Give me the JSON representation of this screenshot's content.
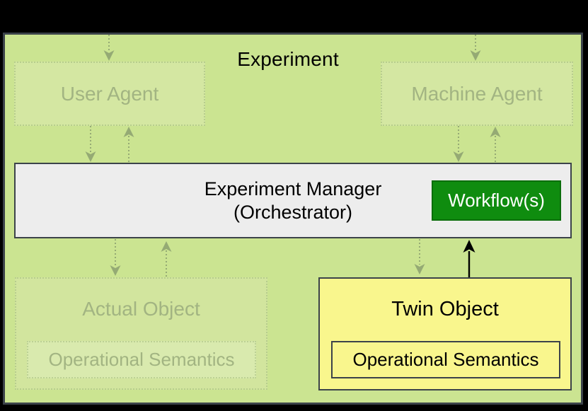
{
  "diagram": {
    "title": "Experiment",
    "nodes": {
      "user_agent": {
        "label": "User Agent"
      },
      "machine_agent": {
        "label": "Machine Agent"
      },
      "experiment_manager": {
        "label_line1": "Experiment Manager",
        "label_line2": "(Orchestrator)"
      },
      "workflow": {
        "label": "Workflow(s)"
      },
      "actual_object": {
        "label": "Actual Object",
        "inner_label": "Operational Semantics"
      },
      "twin_object": {
        "label": "Twin Object",
        "inner_label": "Operational Semantics"
      }
    },
    "colors": {
      "page_background": "#000000",
      "experiment_fill": "#cbe491",
      "dark_border": "#3c434a",
      "faded_fill": "#d4e7a2",
      "faded_border": "#b7cd8d",
      "faded_text": "#a2b482",
      "faded_arrow": "#95aa74",
      "manager_fill": "#ededed",
      "workflow_fill": "#0f8c0f",
      "workflow_border": "#0b6e0b",
      "workflow_text": "#ffffff",
      "twin_fill": "#f9f68d",
      "solid_arrow": "#000000",
      "text": "#000000"
    }
  }
}
